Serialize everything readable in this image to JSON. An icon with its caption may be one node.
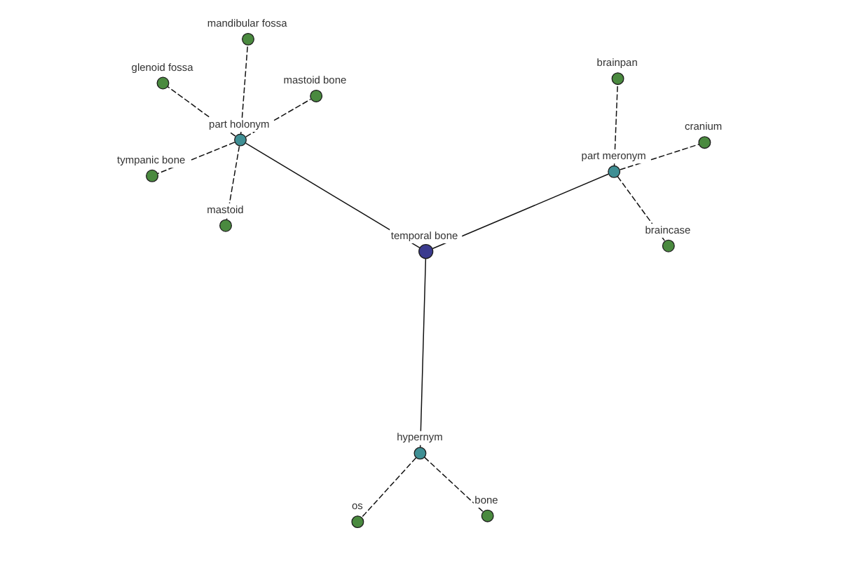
{
  "diagram": {
    "nodes": [
      {
        "text": [
          "temporal bone"
        ]
      },
      {
        "text": [
          "part holonym"
        ]
      },
      {
        "text": [
          "part meronym"
        ]
      },
      {
        "text": [
          "hypernym"
        ]
      },
      {
        "text": [
          "mandibular fossa"
        ]
      },
      {
        "text": [
          "mastoid"
        ]
      },
      {
        "text": [
          "mastoid bone"
        ]
      },
      {
        "text": [
          "glenoid fossa"
        ]
      },
      {
        "text": [
          "tympanic bone"
        ]
      },
      {
        "text": [
          "braincase"
        ]
      },
      {
        "text": [
          "cranium"
        ]
      },
      {
        "text": [
          "brainpan"
        ]
      },
      {
        "text": [
          "os"
        ]
      },
      {
        "text": [
          "bone"
        ]
      }
    ],
    "edges": [
      {
        "from": 0,
        "to": 1,
        "arrow": "none"
      },
      {
        "from": 0,
        "to": 2,
        "arrow": "none"
      },
      {
        "from": 0,
        "to": 3,
        "arrow": "none"
      },
      {
        "from": 1,
        "to": 4,
        "arrow": "none",
        "style": "dashed"
      },
      {
        "from": 1,
        "to": 5,
        "arrow": "none",
        "style": "dashed"
      },
      {
        "from": 1,
        "to": 6,
        "arrow": "none",
        "style": "dashed"
      },
      {
        "from": 1,
        "to": 7,
        "arrow": "none",
        "style": "dashed"
      },
      {
        "from": 1,
        "to": 8,
        "arrow": "none",
        "style": "dashed"
      },
      {
        "from": 2,
        "to": 9,
        "arrow": "none",
        "style": "dashed"
      },
      {
        "from": 2,
        "to": 10,
        "arrow": "none",
        "style": "dashed"
      },
      {
        "from": 2,
        "to": 11,
        "arrow": "none",
        "style": "dashed"
      },
      {
        "from": 3,
        "to": 12,
        "arrow": "none",
        "style": "dashed"
      },
      {
        "from": 3,
        "to": 13,
        "arrow": "none",
        "style": "dashed"
      }
    ]
  }
}
